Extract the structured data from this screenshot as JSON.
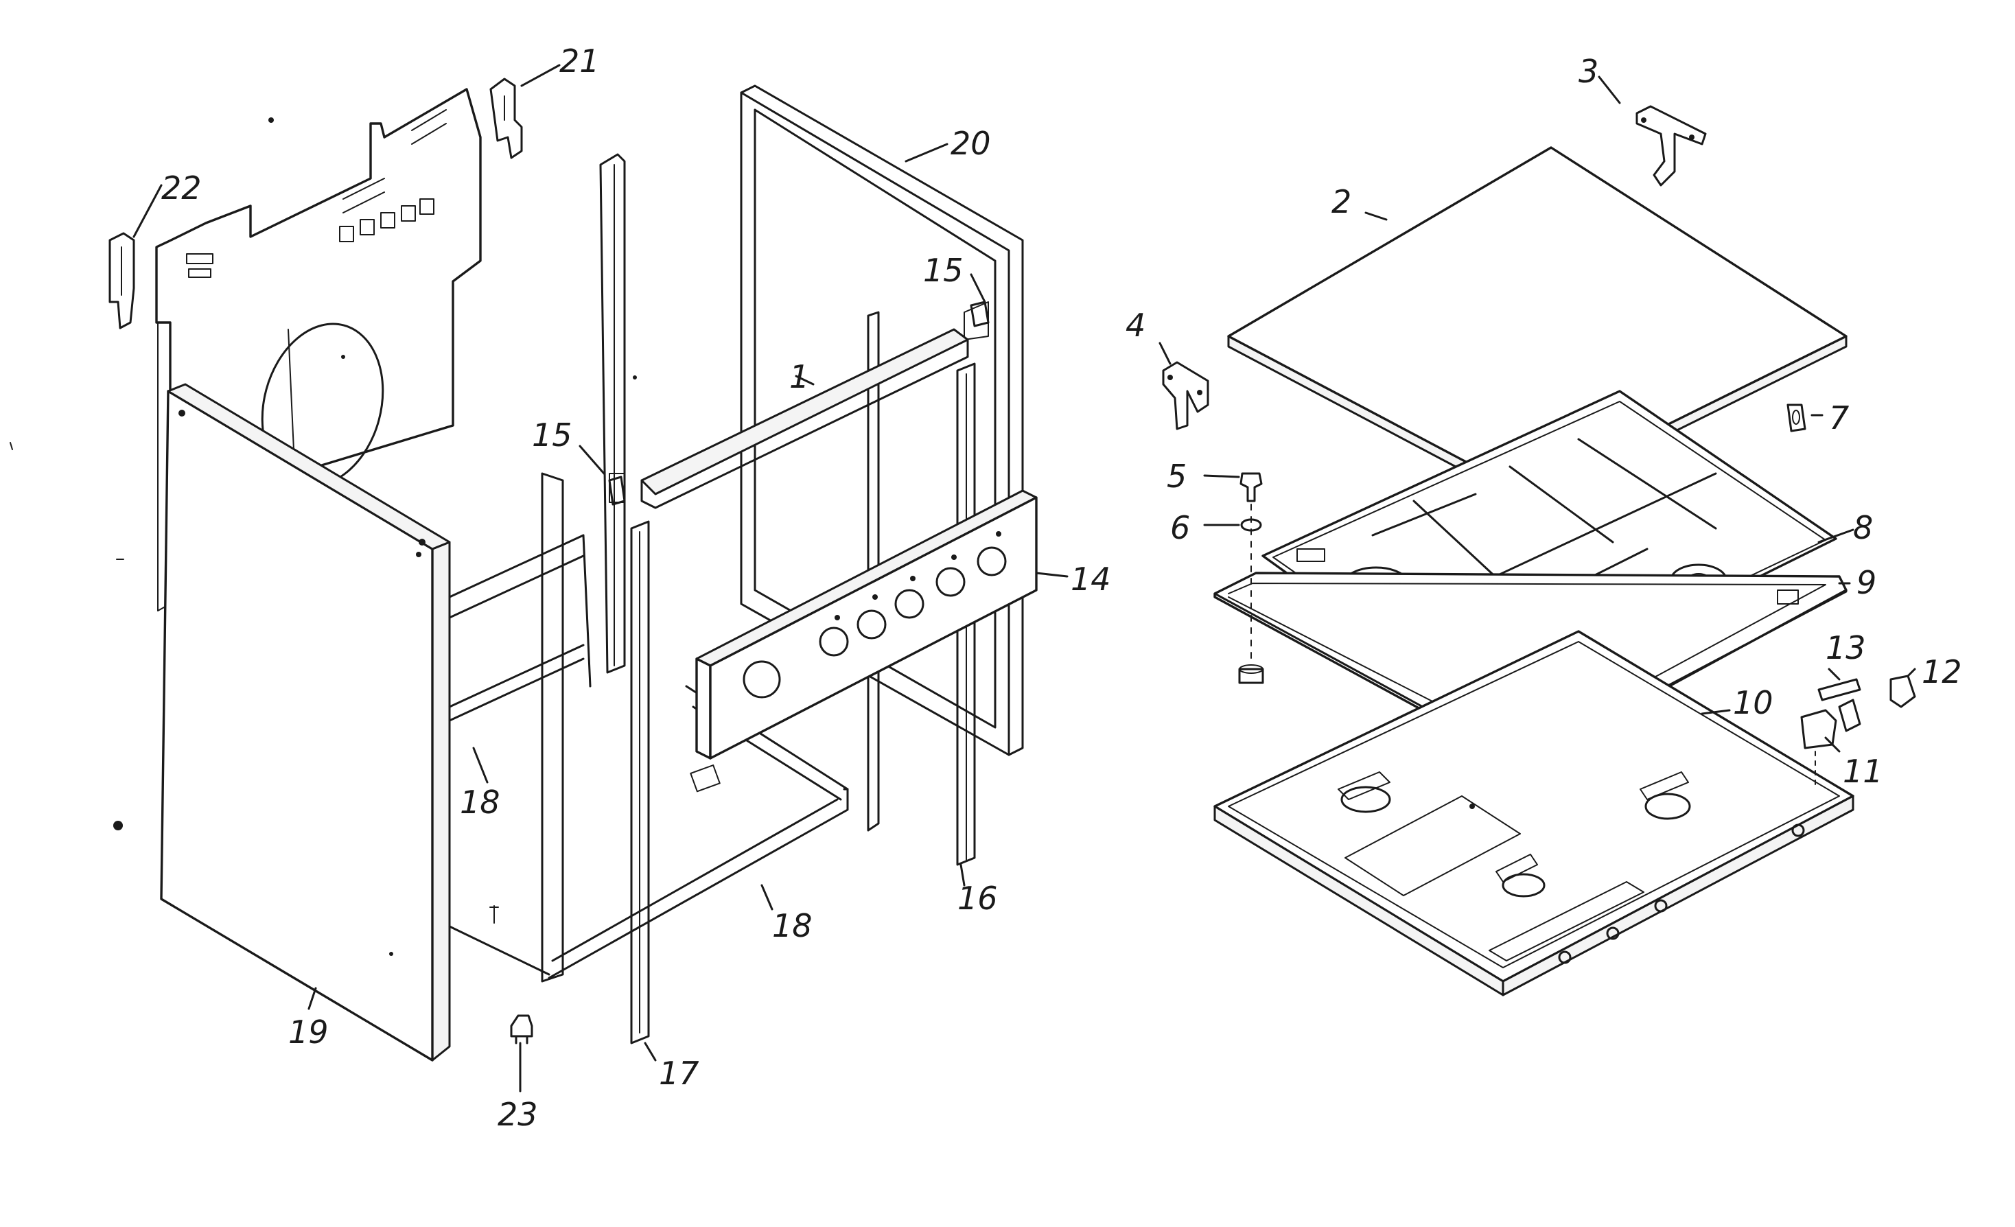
{
  "diagram": {
    "callouts": [
      {
        "id": "c1",
        "label": "1"
      },
      {
        "id": "c2",
        "label": "2"
      },
      {
        "id": "c3",
        "label": "3"
      },
      {
        "id": "c4",
        "label": "4"
      },
      {
        "id": "c5",
        "label": "5"
      },
      {
        "id": "c6",
        "label": "6"
      },
      {
        "id": "c7",
        "label": "7"
      },
      {
        "id": "c8",
        "label": "8"
      },
      {
        "id": "c9",
        "label": "9"
      },
      {
        "id": "c10",
        "label": "10"
      },
      {
        "id": "c11",
        "label": "11"
      },
      {
        "id": "c12",
        "label": "12"
      },
      {
        "id": "c13",
        "label": "13"
      },
      {
        "id": "c14",
        "label": "14"
      },
      {
        "id": "c15a",
        "label": "15"
      },
      {
        "id": "c15b",
        "label": "15"
      },
      {
        "id": "c16",
        "label": "16"
      },
      {
        "id": "c17",
        "label": "17"
      },
      {
        "id": "c18a",
        "label": "18"
      },
      {
        "id": "c18b",
        "label": "18"
      },
      {
        "id": "c19",
        "label": "19"
      },
      {
        "id": "c20",
        "label": "20"
      },
      {
        "id": "c21",
        "label": "21"
      },
      {
        "id": "c22",
        "label": "22"
      },
      {
        "id": "c23",
        "label": "23"
      }
    ]
  }
}
